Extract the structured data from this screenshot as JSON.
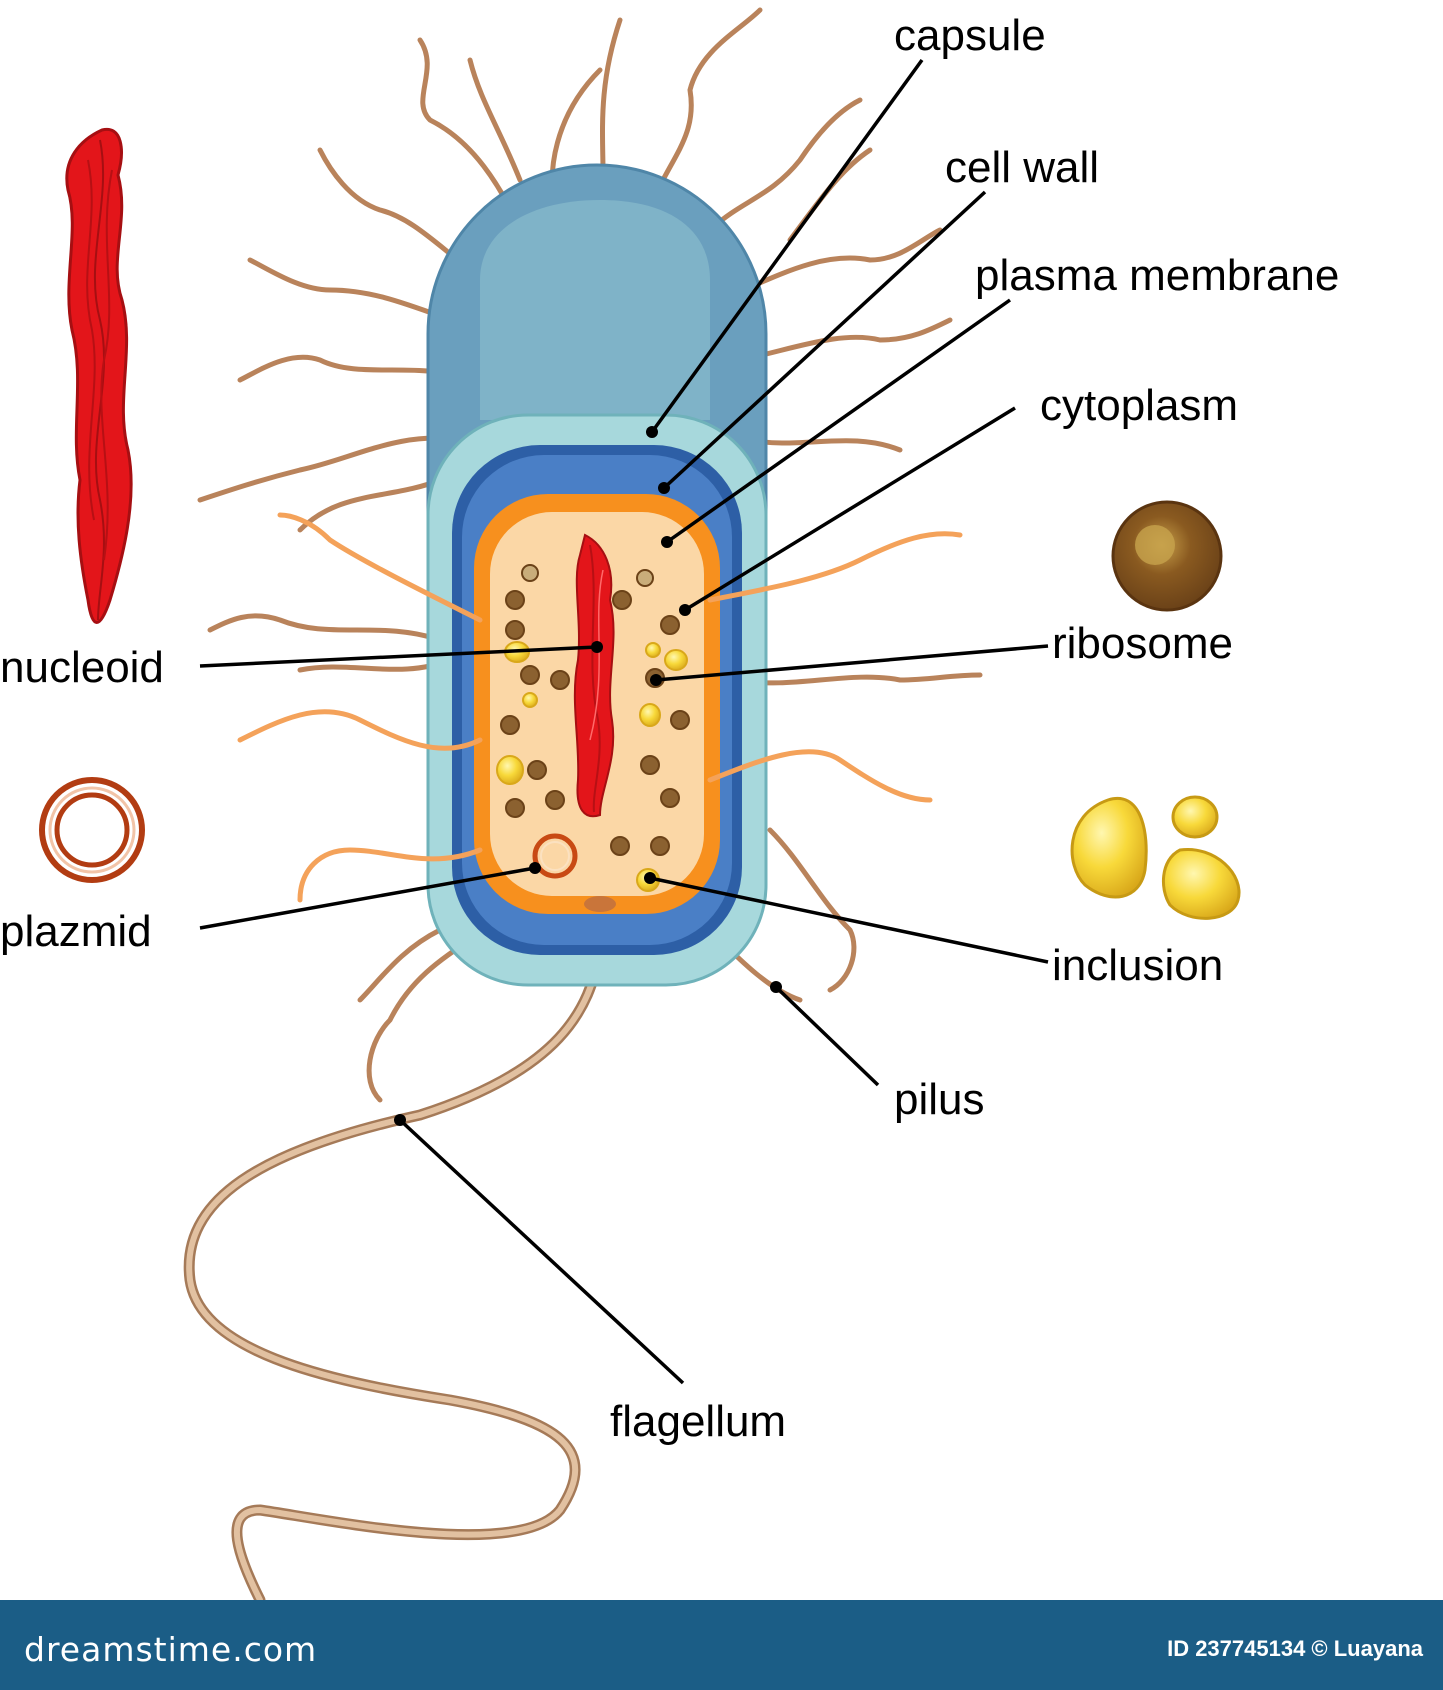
{
  "labels": {
    "capsule": "capsule",
    "cell_wall": "cell wall",
    "plasma_membrane": "plasma membrane",
    "cytoplasm": "cytoplasm",
    "ribosome": "ribosome",
    "nucleoid": "nucleoid",
    "plazmid": "plazmid",
    "inclusion": "inclusion",
    "pilus": "pilus",
    "flagellum": "flagellum"
  },
  "footer": {
    "brand": "dreamstime.com",
    "credit": "ID 237745134 © Luayana"
  },
  "colors": {
    "capsule": "#6a9fbe",
    "cell_wall_outer": "#a7d8dc",
    "cell_wall": "#2d5fa6",
    "plasma_membrane": "#f7901e",
    "cytoplasm": "#fbd7a6",
    "nucleoid": "#e3151a",
    "pilus": "#b9835b",
    "flagellum": "#d9b28f",
    "ribosome": "#7a5225",
    "inclusion": "#f4d02a",
    "footer_bg": "#1b5d86"
  },
  "icons": [
    "nucleoid-icon",
    "plasmid-icon",
    "ribosome-icon",
    "inclusion-icon"
  ]
}
